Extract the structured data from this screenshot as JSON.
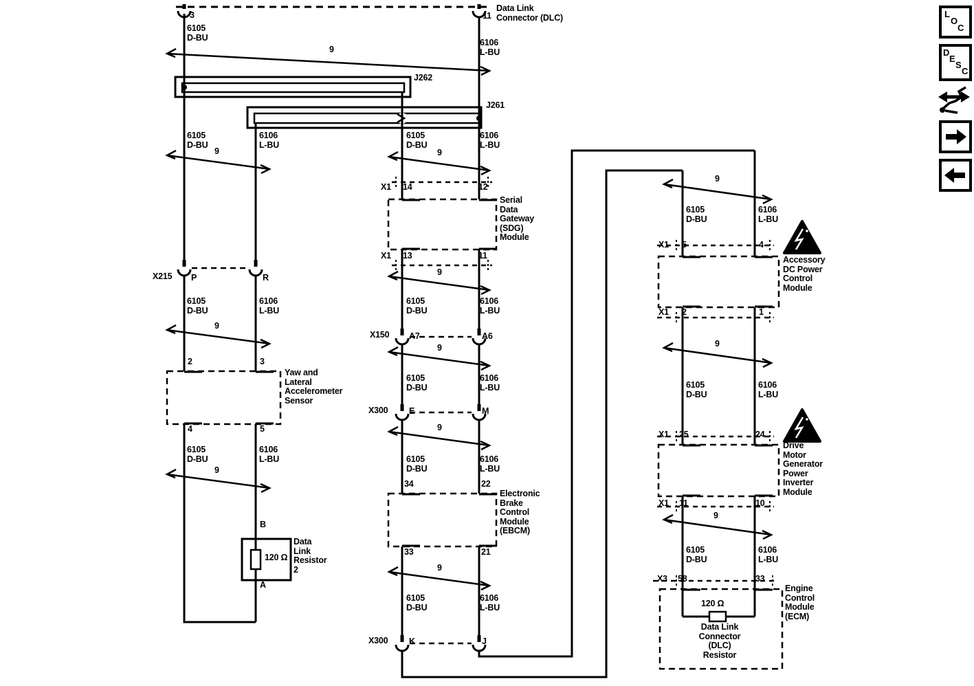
{
  "palette": {
    "ink": "#000000",
    "bg": "#ffffff"
  },
  "labels": {
    "twisted_pair": "9",
    "wire_dbu": "6105\nD-BU",
    "wire_lbu": "6106\nL-BU"
  },
  "dlc": {
    "pin_left": "3",
    "pin_right": "11",
    "title": "Data Link\nConnector (DLC)"
  },
  "junctions": {
    "j262": "J262",
    "j261": "J261"
  },
  "x215": {
    "label": "X215",
    "pin_left": "P",
    "pin_right": "R"
  },
  "x150": {
    "label": "X150",
    "pin_left": "A7",
    "pin_right": "A6"
  },
  "x300_upper": {
    "label": "X300",
    "pin_left": "E",
    "pin_right": "M"
  },
  "x300_lower": {
    "label": "X300",
    "pin_left": "K",
    "pin_right": "J"
  },
  "sdg": {
    "connector": "X1",
    "pin_tl": "14",
    "pin_tr": "12",
    "pin_bl": "13",
    "pin_br": "11",
    "title": "Serial\nData\nGateway\n(SDG)\nModule"
  },
  "yaw": {
    "pin_tl": "2",
    "pin_tr": "3",
    "pin_bl": "4",
    "pin_br": "5",
    "title": "Yaw and\nLateral\nAccelerometer\nSensor"
  },
  "ebcm": {
    "pin_tl": "34",
    "pin_tr": "22",
    "pin_bl": "33",
    "pin_br": "21",
    "title": "Electronic\nBrake\nControl\nModule\n(EBCM)"
  },
  "resistor2": {
    "pin_top": "B",
    "pin_bottom": "A",
    "value": "120 Ω",
    "title": "Data\nLink\nResistor\n2"
  },
  "accessory": {
    "connector": "X1",
    "pin_tl": "5",
    "pin_tr": "4",
    "pin_bl": "2",
    "pin_br": "1",
    "title": "Accessory\nDC Power\nControl\nModule"
  },
  "drive": {
    "connector": "X1",
    "pin_tl": "25",
    "pin_tr": "24",
    "pin_bl": "11",
    "pin_br": "10",
    "title": "Drive\nMotor\nGenerator\nPower\nInverter\nModule"
  },
  "ecm": {
    "connector": "X3",
    "pin_left": "58",
    "pin_right": "33",
    "title": "Engine\nControl\nModule\n(ECM)",
    "resistor_value": "120 Ω",
    "resistor_title": "Data Link\nConnector\n(DLC)\nResistor"
  },
  "sidebar": {
    "loc_letters": [
      "L",
      "O",
      "C"
    ],
    "desc_letters": [
      "D",
      "E",
      "S",
      "C"
    ]
  }
}
